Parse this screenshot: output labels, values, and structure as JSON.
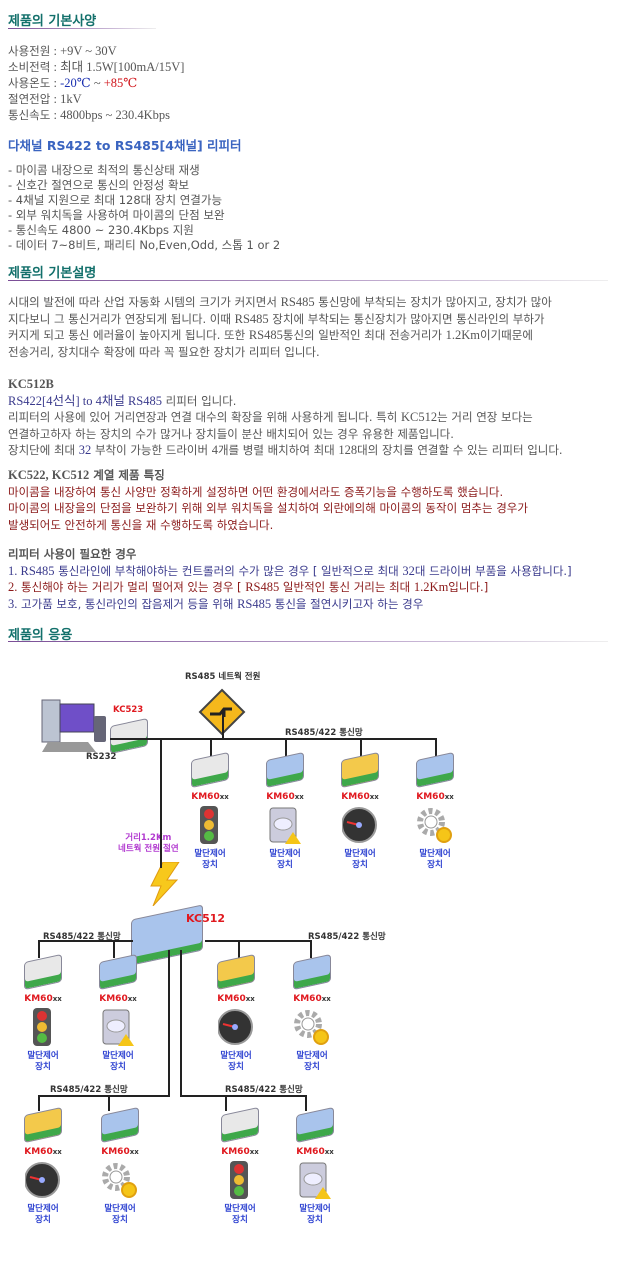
{
  "sections": {
    "spec_title": "제품의 기본사양",
    "desc_title": "제품의 기본설명",
    "app_title": "제품의 응용"
  },
  "specs": [
    {
      "label": "사용전원",
      "value": "+9V ~ 30V"
    },
    {
      "label": "소비전력",
      "value": "최대 1.5W[100mA/15V]"
    },
    {
      "label": "사용온도",
      "value_low": "-20℃",
      "value_sep": " ~ ",
      "value_high": "+85℃"
    },
    {
      "label": "절연전압",
      "value": "1kV"
    },
    {
      "label": "통신속도",
      "value": "4800bps ~ 230.4Kbps"
    }
  ],
  "product_subtitle": "다채널 RS422 to RS485[4채널] 리피터",
  "features": [
    "- 마이콤 내장으로 최적의 통신상태 재생",
    "- 신호간 절연으로 통신의 안정성 확보",
    "- 4채널 지원으로 최대 128대 장치 연결가능",
    "- 외부 워치독을 사용하여 마이콤의 단점 보완",
    "- 통신속도 4800 ~ 230.4Kbps 지원",
    "- 데이터 7~8비트, 패리티 No,Even,Odd, 스톱 1 or 2"
  ],
  "intro_lines": [
    [
      {
        "t": "시대의 발전에 따라 산업 자동화 시템의 크기가 커지면서 "
      },
      {
        "t": "RS485",
        "s": 1
      },
      {
        "t": " 통신망에 부착되는 장치가 많아지고, 장치가 많아"
      }
    ],
    [
      {
        "t": "지다보니 그 통신거리가 연장되게 됩니다. 이때 "
      },
      {
        "t": "RS485",
        "s": 1
      },
      {
        "t": " 장치에 부착되는 통신장치가 많아지면 통신라인의 부하가"
      }
    ],
    [
      {
        "t": "커지게 되고 통신 에러율이 높아지게 됩니다. 또한 "
      },
      {
        "t": "RS485",
        "s": 1
      },
      {
        "t": "통신의 일반적인 최대 전송거리가 "
      },
      {
        "t": "1.2Km",
        "s": 1
      },
      {
        "t": "이기때문에"
      }
    ],
    [
      {
        "t": "전송거리, 장치대수 확장에 따라 꼭 필요한 장치가 리피터 입니다."
      }
    ]
  ],
  "kc512b": {
    "title": "KC512B",
    "lines": [
      [
        {
          "t": "RS422[4선식] to 4채널 RS485",
          "s": 1,
          "c": "#3a3a8c"
        },
        {
          "t": " 리피터 입니다."
        }
      ],
      [
        {
          "t": "리피터의 사용에 있어 거리연장과 연결 대수의 확장을 위해 사용하게 됩니다. 특히 "
        },
        {
          "t": "KC512",
          "s": 1
        },
        {
          "t": "는 거리 연장 보다는"
        }
      ],
      [
        {
          "t": "연결하고하자 하는 장치의 수가 많거나 장치들이 분산 배치되어 있는 경우 유용한 제품입니다."
        }
      ],
      [
        {
          "t": "장치단에 최대 "
        },
        {
          "t": "32",
          "s": 1,
          "c": "#3a3a8c"
        },
        {
          "t": " 부착이 가능한 드라이버 "
        },
        {
          "t": "4",
          "s": 1
        },
        {
          "t": "개를 병렬 배치하여 최대 "
        },
        {
          "t": "128",
          "s": 1
        },
        {
          "t": "대의 장치를 연결할 수 있는 리피터 입니다."
        }
      ]
    ]
  },
  "series": {
    "title_en": "KC522, KC512",
    "title_ko": " 계열 제품 특징",
    "lines": [
      "마이콤을 내장하여 통신 사양만 정확하게 설정하면 어떤 환경에서라도 증폭기능을 수행하도록 했습니다.",
      "마이콤의 내장을의 단점을 보완하기 위해 외부 워치독을 설치하여 외란에의해 마이콤의 동작이 멈추는 경우가",
      "발생되어도 안전하게 통신을 재 수행하도록 하였습니다."
    ]
  },
  "cases": {
    "title": "리피터 사용이 필요한 경우",
    "lines": [
      {
        "c": "#3a3a8c",
        "segs": [
          {
            "t": "1. RS485",
            "s": 1
          },
          {
            "t": " 통신라인에 부착해야하는 컨트롤러의 수가 많은 경우 [ 일반적으로 최대 "
          },
          {
            "t": "32",
            "s": 1
          },
          {
            "t": "대 드라이버 부품을 사용합니다.]"
          }
        ]
      },
      {
        "c": "#8b1a1a",
        "segs": [
          {
            "t": "2.",
            "s": 1
          },
          {
            "t": " 통신해야 하는 거리가 멀리 떨어져 있는 경우 [ "
          },
          {
            "t": "RS485",
            "s": 1
          },
          {
            "t": " 일반적인 통신 거리는 최대 "
          },
          {
            "t": "1.2Km",
            "s": 1
          },
          {
            "t": "입니다.]"
          }
        ]
      },
      {
        "c": "#3a3a8c",
        "segs": [
          {
            "t": "3.",
            "s": 1
          },
          {
            "t": " 고가품 보호, 통신라인의 잡음제거 등을 위해  "
          },
          {
            "t": "RS485",
            "s": 1
          },
          {
            "t": " 통신을 절연시키고자 하는 경우"
          }
        ]
      }
    ]
  },
  "diagram": {
    "power_label": "RS485 네트웍 전원",
    "kc523": "KC523",
    "rs232": "RS232",
    "bus_label": "RS485/422 통신망",
    "isolation": [
      "거리1.2Km",
      "네트웍 전원 절연"
    ],
    "kc512": "KC512",
    "node_model": "KM60",
    "node_suffix": "xx",
    "node_caption": [
      "말단제어",
      "장치"
    ],
    "nodes": [
      {
        "icon": "traffic-light",
        "color": "#e8e8e8"
      },
      {
        "icon": "hard-drive",
        "color": "#a9c4ec"
      },
      {
        "icon": "gauge",
        "color": "#f3c94b"
      },
      {
        "icon": "gear",
        "color": "#a9c4ec"
      },
      {
        "icon": "traffic-light",
        "color": "#e8e8e8"
      },
      {
        "icon": "hard-drive",
        "color": "#a9c4ec"
      },
      {
        "icon": "gauge",
        "color": "#f3c94b"
      },
      {
        "icon": "gear",
        "color": "#a9c4ec"
      },
      {
        "icon": "gauge",
        "color": "#f3c94b"
      },
      {
        "icon": "gear",
        "color": "#a9c4ec"
      },
      {
        "icon": "traffic-light",
        "color": "#e8e8e8"
      },
      {
        "icon": "hard-drive",
        "color": "#a9c4ec"
      }
    ]
  }
}
